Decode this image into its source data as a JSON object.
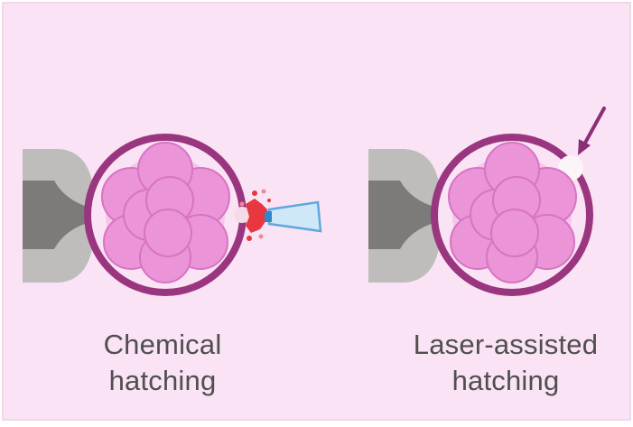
{
  "panels": {
    "chemical": {
      "caption_line1": "Chemical",
      "caption_line2": "hatching"
    },
    "laser": {
      "caption_line1": "Laser-assisted",
      "caption_line2": "hatching"
    }
  },
  "colors": {
    "background": "#fae3f4",
    "zona_ring": "#9a357f",
    "cell_fill": "#eb94d8",
    "cell_stroke": "#d774c2",
    "embryo_inner": "#f2c3e9",
    "pipette_light": "#bfbdbb",
    "pipette_dark": "#7d7b7a",
    "acid_red": "#e8373f",
    "needle_blue": "#5fa7dc",
    "arrow": "#8a2e76"
  },
  "icons": [
    "holding-pipette-icon",
    "embryo-icon",
    "acid-needle-icon",
    "laser-arrow-icon"
  ]
}
